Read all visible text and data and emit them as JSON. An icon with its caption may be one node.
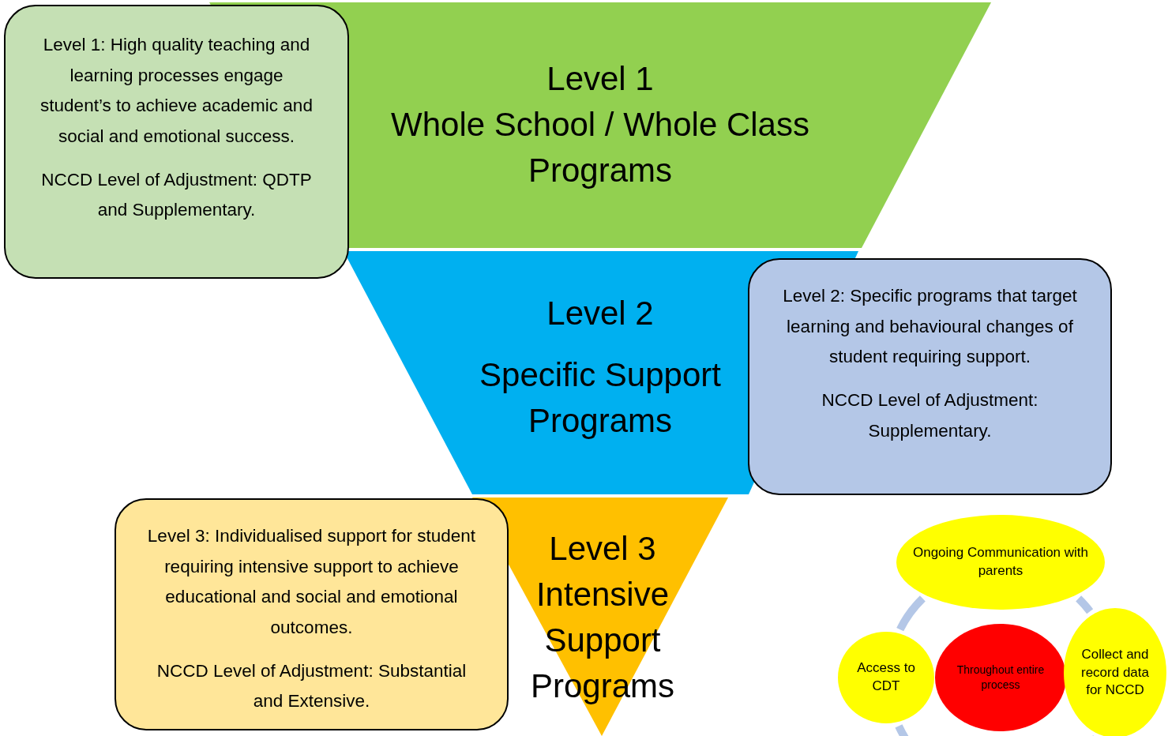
{
  "diagram": {
    "nodes": [
      {
        "text": [
          "Level 1: High quality teaching and learning processes engage student’s to achieve academic and social and emotional success.",
          "NCCD Level of Adjustment: QDTP and Supplementary."
        ]
      },
      {
        "text": [
          "Level 1",
          "Whole School / Whole Class Programs"
        ]
      },
      {
        "text": [
          "Level 2",
          "Specific Support Programs"
        ]
      },
      {
        "text": [
          "Level 2: Specific programs that target learning and behavioural changes of student requiring support.",
          "NCCD Level of Adjustment: Supplementary."
        ]
      },
      {
        "text": [
          "Level 3: Individualised support for student requiring intensive support to achieve educational and social and emotional outcomes.",
          "NCCD Level of Adjustment: Substantial and Extensive."
        ]
      },
      {
        "text": [
          "Level 3",
          "Intensive Support Programs"
        ]
      },
      {
        "text": [
          "Ongoing Communication with parents"
        ]
      },
      {
        "text": [
          "Access to CDT"
        ]
      },
      {
        "text": [
          "Throughout entire process"
        ]
      },
      {
        "text": [
          "Collect and record data for NCCD"
        ]
      }
    ],
    "edges": [
      {
        "from": 7,
        "to": 6,
        "arrow": "none"
      },
      {
        "from": 6,
        "to": 9,
        "arrow": "none"
      },
      {
        "from": 9,
        "to": 7,
        "arrow": "none"
      }
    ]
  }
}
